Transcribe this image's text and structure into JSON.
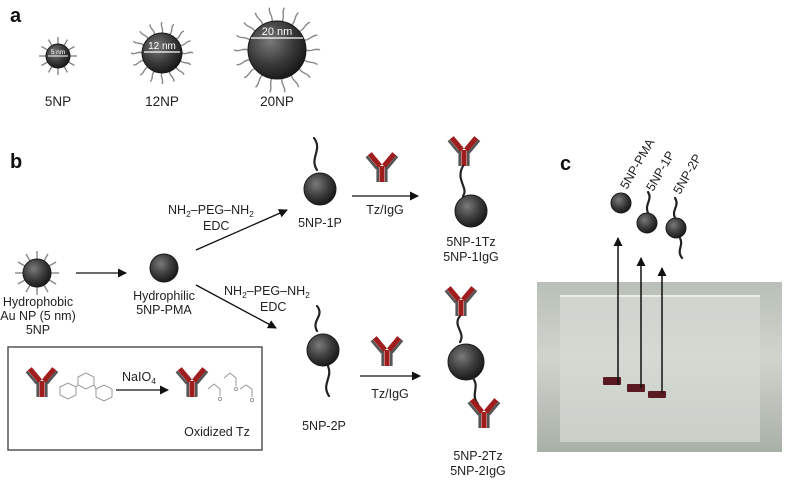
{
  "panels": {
    "a": "a",
    "b": "b",
    "c": "c"
  },
  "panel_a": {
    "particles": [
      {
        "inner_label": "5 nm",
        "caption": "5NP"
      },
      {
        "inner_label": "12 nm",
        "caption": "12NP"
      },
      {
        "inner_label": "20 nm",
        "caption": "20NP"
      }
    ]
  },
  "panel_b": {
    "start_caption": [
      "Hydrophobic",
      "Au NP (5 nm)",
      "5NP"
    ],
    "middle_caption": [
      "Hydrophilic",
      "5NP-PMA"
    ],
    "reagent_top_main": "NH",
    "reagent_top_sub1": "2",
    "reagent_top_mid": "–PEG–NH",
    "reagent_top_sub2": "2",
    "reagent_top_line2": "EDC",
    "reagent_bottom_main": "NH",
    "reagent_bottom_sub1": "2",
    "reagent_bottom_mid": "–PEG–NH",
    "reagent_bottom_sub2": "2",
    "reagent_bottom_line2": "EDC",
    "np1p": "5NP-1P",
    "np2p": "5NP-2P",
    "tz_igg_top": "Tz/IgG",
    "tz_igg_bottom": "Tz/IgG",
    "product_top": [
      "5NP-1Tz",
      "5NP-1IgG"
    ],
    "product_bottom": [
      "5NP-2Tz",
      "5NP-2IgG"
    ],
    "inset_reagent_main": "NaIO",
    "inset_reagent_sub": "4",
    "inset_product": "Oxidized Tz"
  },
  "panel_c": {
    "labels": [
      "5NP-PMA",
      "5NP-1P",
      "5NP-2P"
    ]
  },
  "colors": {
    "antibody": "#a01d1d",
    "gel_background": "#c9cfc9",
    "band": "#5a1a22"
  }
}
